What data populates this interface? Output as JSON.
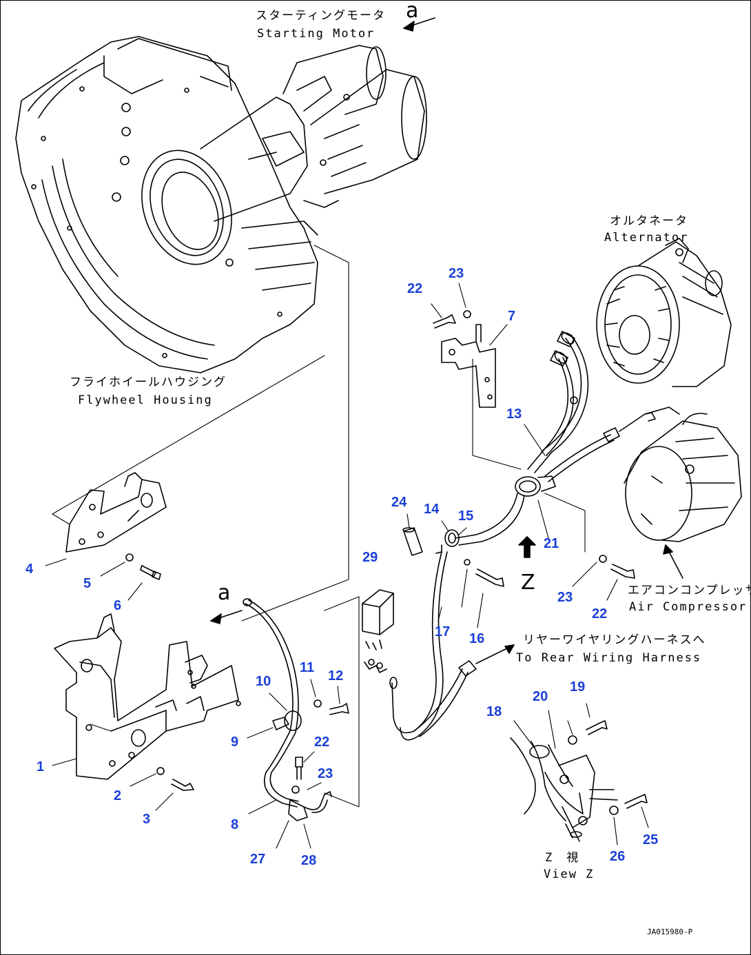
{
  "labels": {
    "starting_motor_jp": "スターティングモータ",
    "starting_motor_en": "Starting Motor",
    "alternator_jp": "オルタネータ",
    "alternator_en": "Alternator",
    "flywheel_jp": "フライホイールハウジング",
    "flywheel_en": "Flywheel Housing",
    "aircon_jp": "エアコンコンプレッサ",
    "aircon_en": "Air Compressor",
    "rear_jp": "リヤーワイヤリングハーネスへ",
    "rear_en": "To Rear Wiring Harness",
    "viewz_jp": "Z　視",
    "viewz_en": "View Z",
    "a_top": "a",
    "a_mid": "a",
    "z": "Z",
    "drawing_ref": "JA015980-P"
  },
  "parts": {
    "p1": "1",
    "p2": "2",
    "p3": "3",
    "p4": "4",
    "p5": "5",
    "p6": "6",
    "p7": "7",
    "p8": "8",
    "p9": "9",
    "p10": "10",
    "p11": "11",
    "p12": "12",
    "p13": "13",
    "p14": "14",
    "p15": "15",
    "p16": "16",
    "p17": "17",
    "p18": "18",
    "p19": "19",
    "p20": "20",
    "p21": "21",
    "p22a": "22",
    "p22b": "22",
    "p22c": "22",
    "p23a": "23",
    "p23b": "23",
    "p23c": "23",
    "p24": "24",
    "p25": "25",
    "p26": "26",
    "p27": "27",
    "p28": "28",
    "p29": "29"
  },
  "colors": {
    "callout": "#1a3fd6",
    "line": "#000000"
  }
}
